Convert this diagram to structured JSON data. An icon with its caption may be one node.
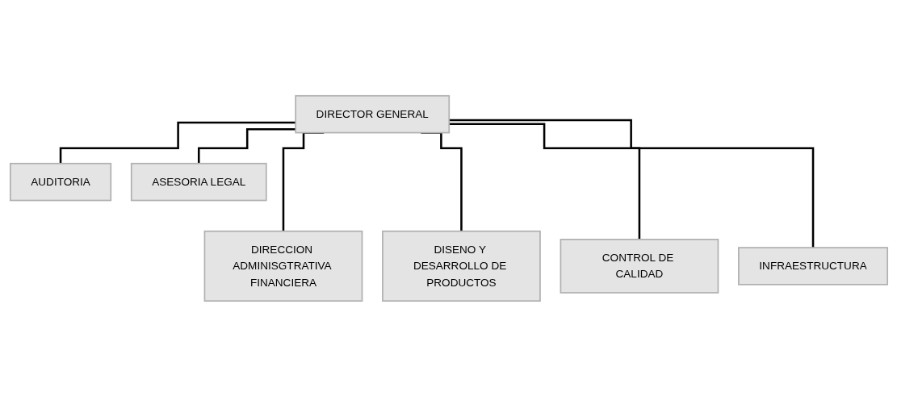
{
  "diagram": {
    "nodes": [
      {
        "text": [
          "DIRECTOR GENERAL"
        ]
      },
      {
        "text": [
          "AUDITORIA"
        ]
      },
      {
        "text": [
          "ASESORIA LEGAL"
        ]
      },
      {
        "text": [
          "DIRECCION ADMINISGTRATIVA FINANCIERA"
        ]
      },
      {
        "text": [
          "DISENO Y DESARROLLO DE PRODUCTOS"
        ]
      },
      {
        "text": [
          "CONTROL DE CALIDAD"
        ]
      },
      {
        "text": [
          "INFRAESTRUCTURA"
        ]
      }
    ],
    "edges": [
      {
        "from": 0,
        "to": 1,
        "arrow": "none"
      },
      {
        "from": 0,
        "to": 2,
        "arrow": "none"
      },
      {
        "from": 0,
        "to": 3,
        "arrow": "none"
      },
      {
        "from": 0,
        "to": 4,
        "arrow": "none"
      },
      {
        "from": 0,
        "to": 5,
        "arrow": "none"
      },
      {
        "from": 0,
        "to": 6,
        "arrow": "none"
      }
    ]
  }
}
